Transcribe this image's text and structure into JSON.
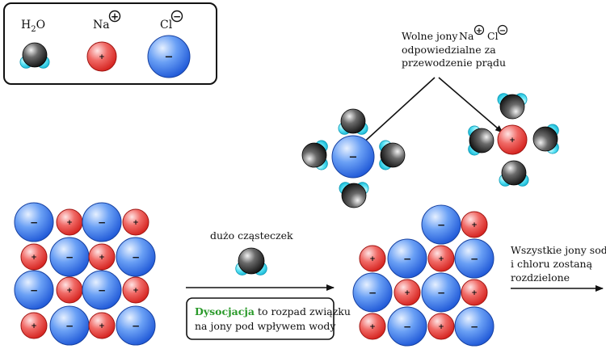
{
  "legend": {
    "water_label": "H",
    "water_sub": "2",
    "water_label_end": "O",
    "sodium_label": "Na",
    "sodium_sign": "+",
    "chloride_label": "Cl",
    "chloride_sign": "−"
  },
  "free_ions": {
    "line1_prefix": "Wolne jony",
    "na": "Na",
    "na_sign": "+",
    "cl": "Cl",
    "cl_sign": "−",
    "line2": "odpowiedzialne za",
    "line3": "przewodzenie prądu"
  },
  "water_note": "dużo cząsteczek",
  "definition": {
    "term": "Dysocjacja",
    "line1_rest": " to rozpad związku",
    "line2": "na jony pod wpływem wody",
    "term_color": "#2a9a2a"
  },
  "result_note": {
    "line1": "Wszystkie jony sodu",
    "line2": "i chloru zostaną",
    "line3": "rozdzielone"
  },
  "ion_signs": {
    "sodium": "+",
    "chloride": "−"
  },
  "colors": {
    "sodium": "#e8322e",
    "chloride": "#2f6fe8",
    "oxygen": "#222222",
    "hydrogen": "#37d6f0"
  }
}
